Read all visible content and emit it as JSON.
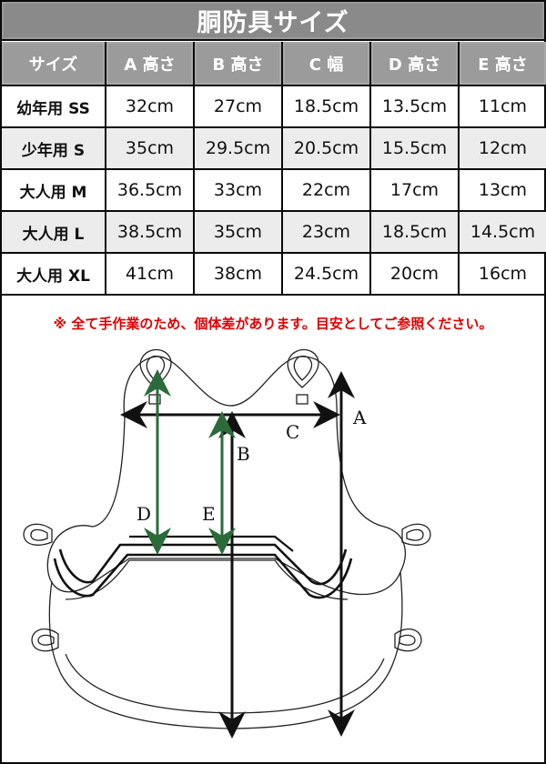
{
  "title": "胴防具サイズ",
  "table": {
    "headers": [
      "サイズ",
      "A 高さ",
      "B 高さ",
      "C 幅",
      "D 高さ",
      "E 高さ"
    ],
    "rows": [
      {
        "size": "幼年用 SS",
        "a": "32cm",
        "b": "27cm",
        "c": "18.5cm",
        "d": "13.5cm",
        "e": "11cm"
      },
      {
        "size": "少年用 S",
        "a": "35cm",
        "b": "29.5cm",
        "c": "20.5cm",
        "d": "15.5cm",
        "e": "12cm"
      },
      {
        "size": "大人用 M",
        "a": "36.5cm",
        "b": "33cm",
        "c": "22cm",
        "d": "17cm",
        "e": "13cm"
      },
      {
        "size": "大人用 L",
        "a": "38.5cm",
        "b": "35cm",
        "c": "23cm",
        "d": "18.5cm",
        "e": "14.5cm"
      },
      {
        "size": "大人用 XL",
        "a": "41cm",
        "b": "38cm",
        "c": "24.5cm",
        "d": "20cm",
        "e": "16cm"
      }
    ]
  },
  "note": "※ 全て手作業のため、個体差があります。目安としてご参照ください。",
  "diagram": {
    "labels": {
      "a": "A",
      "b": "B",
      "c": "C",
      "d": "D",
      "e": "E"
    },
    "colors": {
      "measure_black": "#111111",
      "measure_green": "#2b6b3a",
      "outline": "#222222"
    }
  },
  "colors": {
    "title_bg": "#8a8a8a",
    "header_bg": "#9b9b9b",
    "alt_row_bg": "#ececec",
    "note_red": "#e00000",
    "border": "#0a0a0a"
  }
}
